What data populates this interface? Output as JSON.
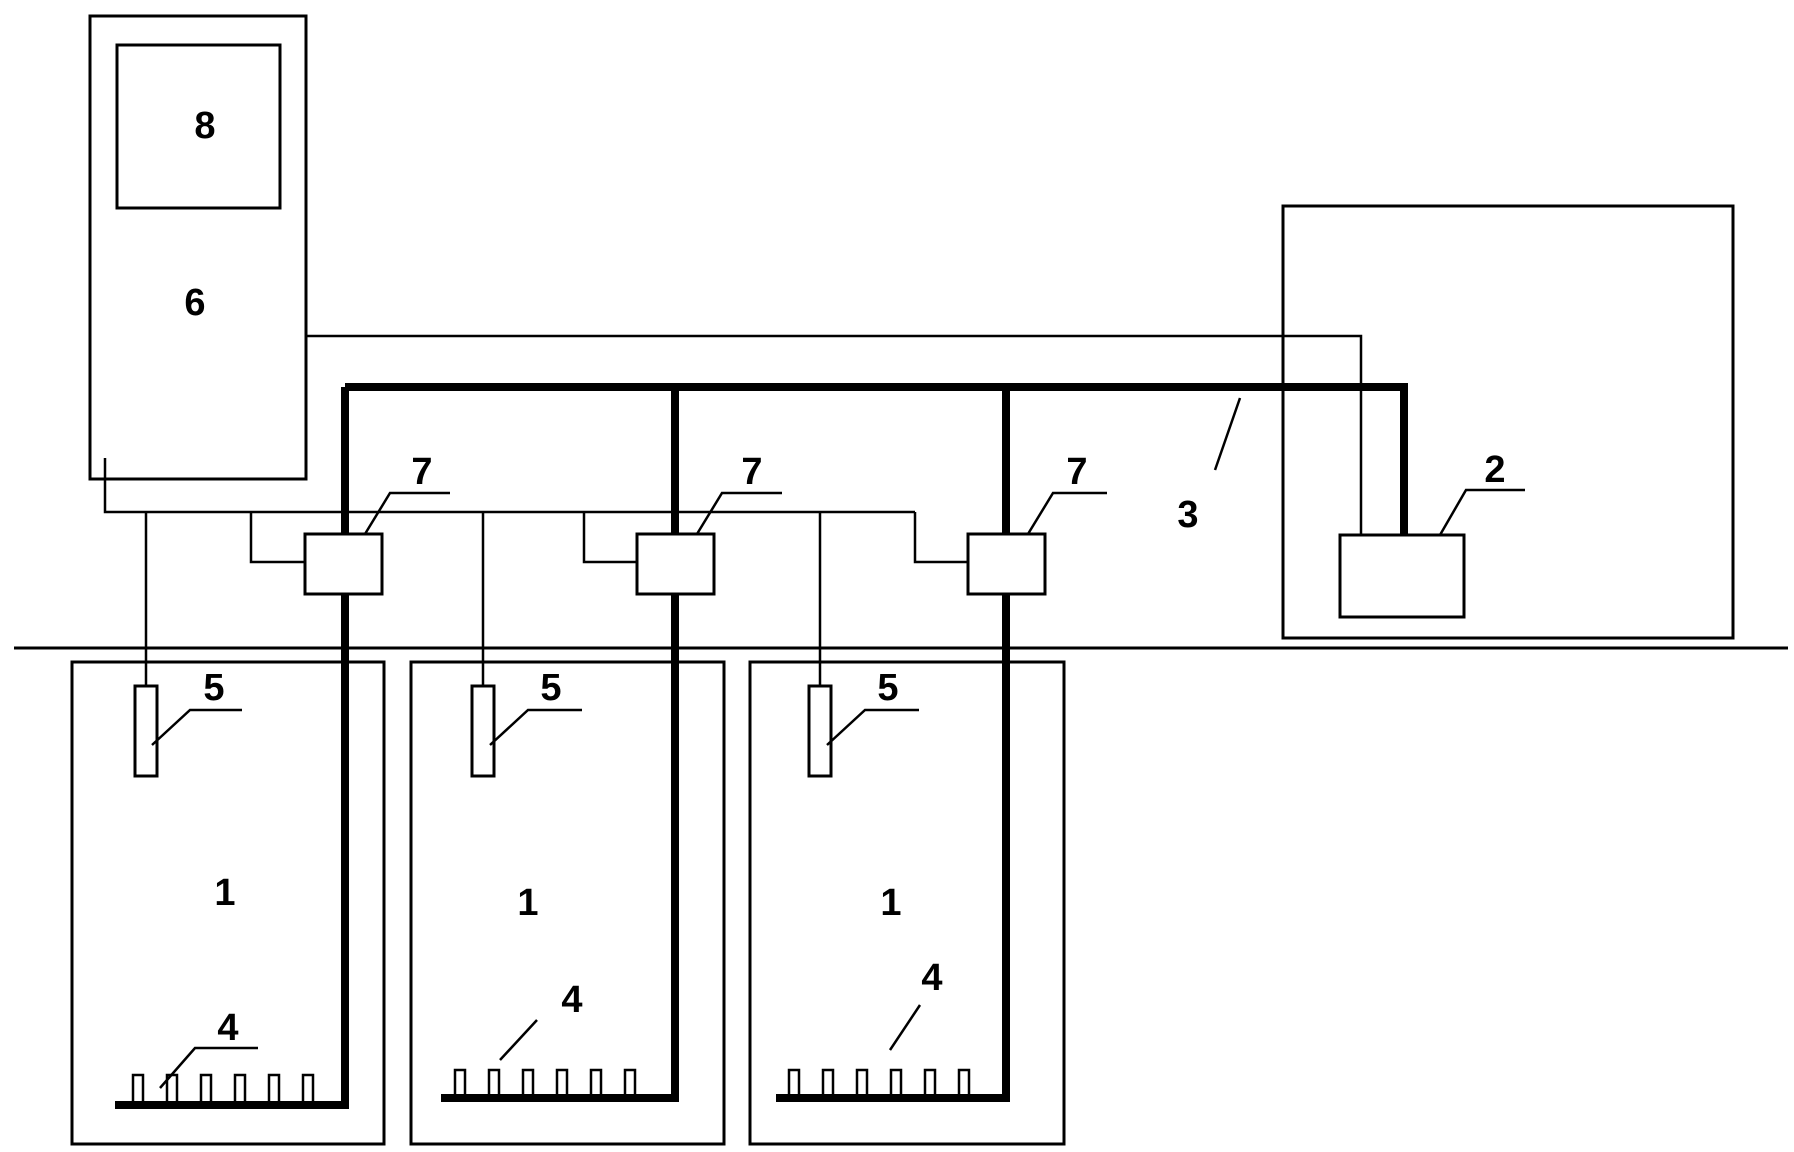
{
  "labels": {
    "tank": "1",
    "air_pump": "2",
    "air_pipe": "3",
    "aerator": "4",
    "sensor": "5",
    "controller": "6",
    "valve": "7",
    "display": "8"
  }
}
